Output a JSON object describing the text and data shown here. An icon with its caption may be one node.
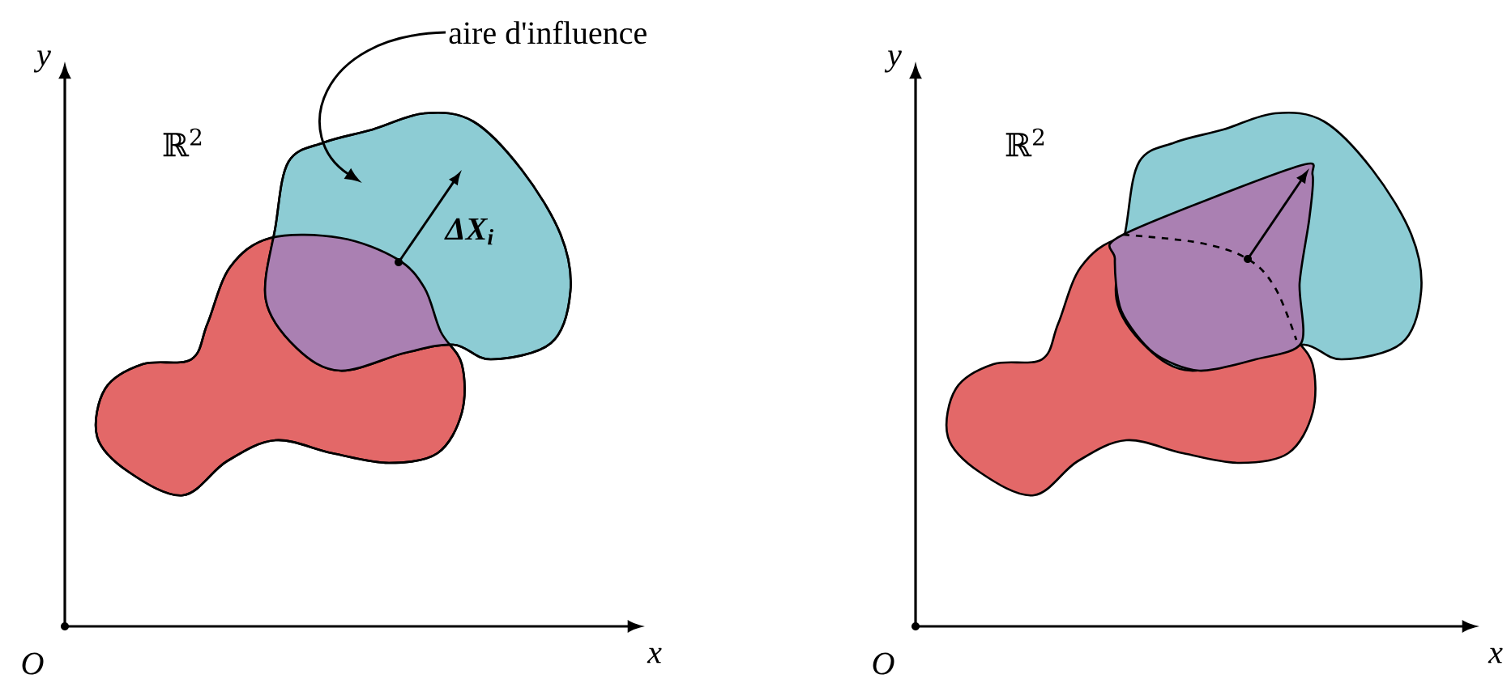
{
  "diagram": {
    "nodes": [
      {
        "text": [
          "aire d'influence"
        ]
      },
      {
        "text": [],
        "shape": "cloud"
      }
    ],
    "edges": [
      {
        "from": 0,
        "to": 1,
        "arrow": "to"
      }
    ],
    "labels": [
      "y",
      "ℝ$^{2}$",
      "ΔX$_{i}$",
      "O",
      "x",
      "y",
      "ℝ$^{2}$",
      "O",
      "x"
    ]
  }
}
